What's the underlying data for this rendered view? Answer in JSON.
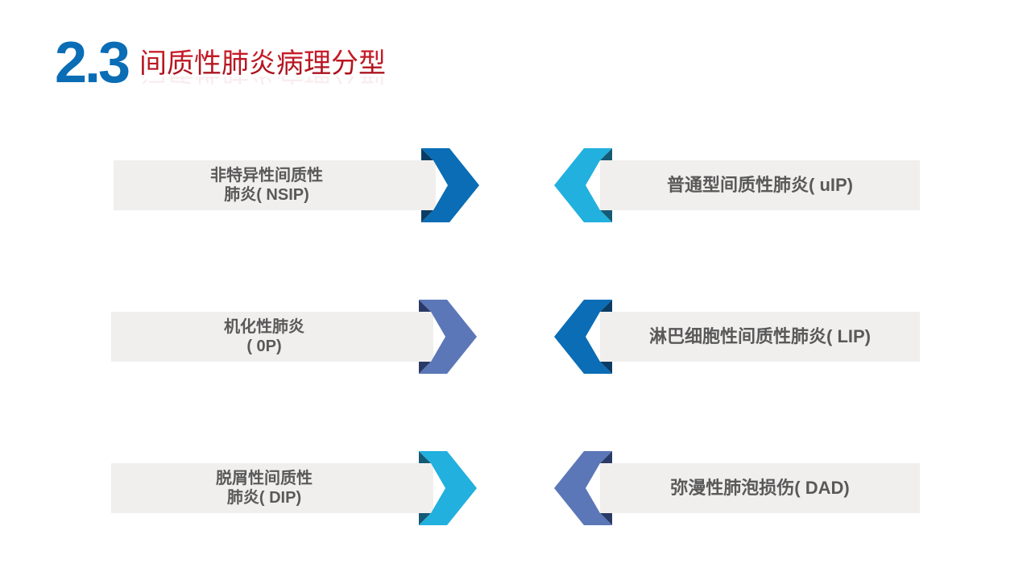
{
  "header": {
    "number": "2.3",
    "title": "间质性肺炎病理分型"
  },
  "colors": {
    "dark_blue": "#0a6db5",
    "dark_blue_fold": "#0b3c63",
    "light_blue": "#22b0de",
    "light_blue_fold": "#145a75",
    "periwinkle": "#5b77b8",
    "periwinkle_fold": "#2a3a66",
    "bar_bg": "#f1efee",
    "text": "#595959",
    "title_red": "#b8101c",
    "title_blue": "#0a6db5"
  },
  "items": {
    "left": [
      {
        "line1": "非特异性间质性",
        "line2": "肺炎( NSIP)",
        "arrow": "dark-blue"
      },
      {
        "line1": "机化性肺炎",
        "line2": "( 0P)",
        "arrow": "periwinkle"
      },
      {
        "line1": "脱屑性间质性",
        "line2": "肺炎( DIP)",
        "arrow": "light-blue"
      }
    ],
    "right": [
      {
        "label": "普通型间质性肺炎( uIP)",
        "arrow": "light-blue"
      },
      {
        "label": "淋巴细胞性间质性肺炎( LIP)",
        "arrow": "dark-blue"
      },
      {
        "label": "弥漫性肺泡损伤( DAD)",
        "arrow": "periwinkle"
      }
    ]
  }
}
